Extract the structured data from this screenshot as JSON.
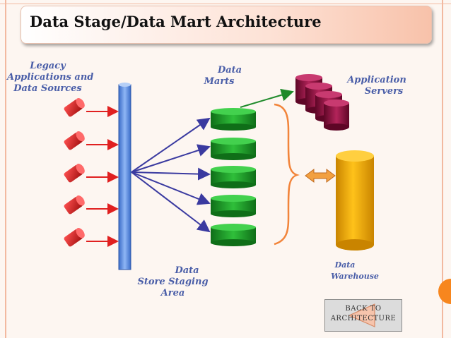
{
  "slide": {
    "title": "Data Stage/Data Mart Architecture"
  },
  "labels": {
    "legacy": [
      "Legacy",
      "Applications and",
      "Data Sources"
    ],
    "data_marts": [
      "Data",
      "Marts"
    ],
    "app_servers": [
      "Application",
      "Servers"
    ],
    "staging": [
      "Data",
      "Store Staging",
      "Area"
    ],
    "warehouse": [
      "Data",
      "Warehouse"
    ]
  },
  "nav": {
    "back_button_label": "BACK TO ARCHITECTURE"
  },
  "colors": {
    "accent": "#f7861e",
    "label_text": "#4a5ea8",
    "source_red": "#d21e1e",
    "arrow_red": "#e02020",
    "staging_blue": "#5b8fe0",
    "mart_green": "#1f9a2a",
    "server_maroon": "#8c0f3a",
    "warehouse_orange": "#f0a400",
    "arrow_navy": "#3a3aa0",
    "arrow_green": "#1e8a2a",
    "bracket_orange": "#f2843a"
  }
}
